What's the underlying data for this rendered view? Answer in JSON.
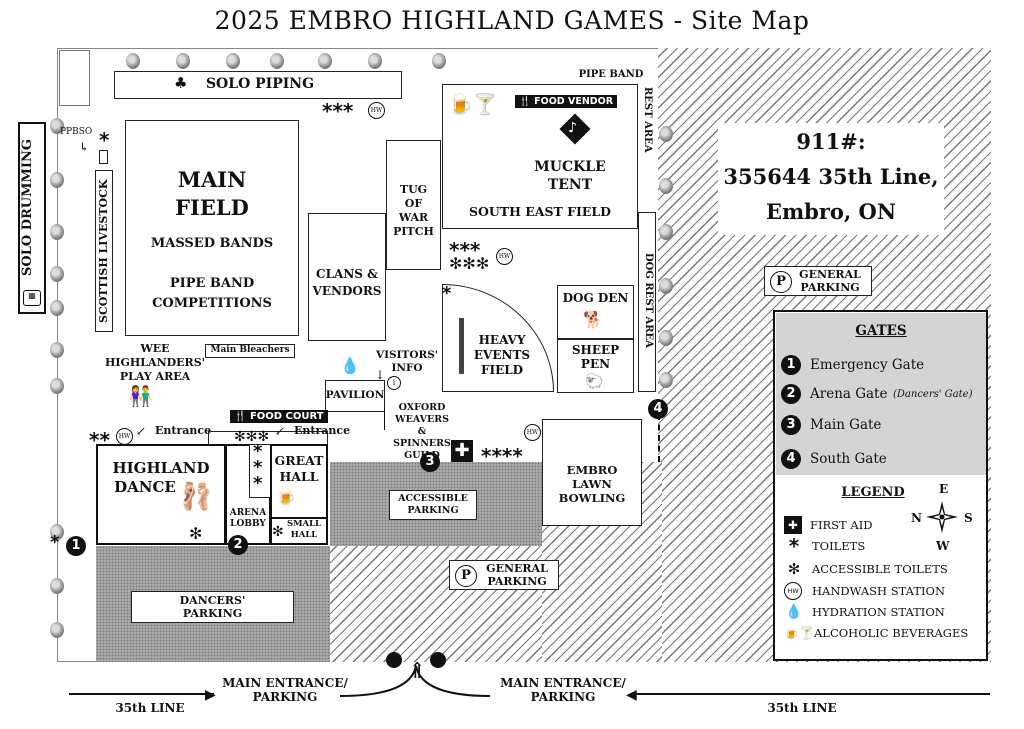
{
  "title": "2025 EMBRO HIGHLAND GAMES - Site Map",
  "solo_drumming": "SOLO DRUMMING",
  "solo_piping": "SOLO PIPING",
  "ppbso": "PPBSO",
  "scottish_livestock": "SCOTTISH LIVESTOCK",
  "main_field": {
    "title_line1": "MAIN",
    "title_line2": "FIELD",
    "sub1": "MASSED BANDS",
    "sub2_line1": "PIPE BAND",
    "sub2_line2": "COMPETITIONS"
  },
  "main_bleachers": "Main Bleachers",
  "wee_highlanders": [
    "WEE",
    "HIGHLANDERS'",
    "PLAY AREA"
  ],
  "clans_vendors": [
    "CLANS &",
    "VENDORS"
  ],
  "tug_of_war": [
    "TUG",
    "OF",
    "WAR",
    "PITCH"
  ],
  "food_vendor": "FOOD VENDOR",
  "muckle_tent": [
    "MUCKLE",
    "TENT"
  ],
  "south_east_field": "SOUTH EAST FIELD",
  "pipe_band_rest_area_top": "PIPE BAND",
  "pipe_band_rest_area_side": "REST AREA",
  "dog_rest_area": "DOG REST AREA",
  "heavy_events": [
    "HEAVY",
    "EVENTS",
    "FIELD"
  ],
  "dog_den": "DOG DEN",
  "sheep_pen": [
    "SHEEP",
    "PEN"
  ],
  "visitors_info": [
    "VISITORS'",
    "INFO"
  ],
  "pavilion": "PAVILION",
  "oxford_weavers": [
    "OXFORD",
    "WEAVERS",
    "&",
    "SPINNERS",
    "GUILD"
  ],
  "food_court": "FOOD COURT",
  "entrance": "Entrance",
  "highland_dance": [
    "HIGHLAND",
    "DANCE"
  ],
  "arena_lobby": [
    "ARENA",
    "LOBBY"
  ],
  "great_hall": [
    "GREAT",
    "HALL"
  ],
  "small_hall": [
    "SMALL",
    "HALL"
  ],
  "accessible_parking": [
    "ACCESSIBLE",
    "PARKING"
  ],
  "embro_lawn_bowling": [
    "EMBRO",
    "LAWN",
    "BOWLING"
  ],
  "dancers_parking": [
    "DANCERS'",
    "PARKING"
  ],
  "general_parking": [
    "GENERAL",
    "PARKING"
  ],
  "parking_symbol": "P",
  "emergency": {
    "line1": "911#:",
    "line2": "355644 35th Line,",
    "line3": "Embro, ON"
  },
  "gates": {
    "heading": "GATES",
    "items": [
      {
        "num": "1",
        "label": "Emergency Gate",
        "note": ""
      },
      {
        "num": "2",
        "label": "Arena Gate",
        "note": "(Dancers' Gate)"
      },
      {
        "num": "3",
        "label": "Main Gate",
        "note": ""
      },
      {
        "num": "4",
        "label": "South Gate",
        "note": ""
      }
    ]
  },
  "legend": {
    "heading": "LEGEND",
    "compass": {
      "n": "N",
      "s": "S",
      "e": "E",
      "w": "W"
    },
    "items": [
      {
        "icon": "first-aid-icon",
        "label": "FIRST AID"
      },
      {
        "icon": "toilets-icon",
        "label": "TOILETS"
      },
      {
        "icon": "accessible-toilets-icon",
        "label": "ACCESSIBLE TOILETS"
      },
      {
        "icon": "handwash-icon",
        "label": "HANDWASH STATION"
      },
      {
        "icon": "hydration-icon",
        "label": "HYDRATION STATION"
      },
      {
        "icon": "alcohol-icon",
        "label": "ALCOHOLIC BEVERAGES"
      }
    ]
  },
  "hw": "HW",
  "roads": {
    "main_entrance": [
      "MAIN ENTRANCE/",
      "PARKING"
    ],
    "line": "35th LINE"
  }
}
